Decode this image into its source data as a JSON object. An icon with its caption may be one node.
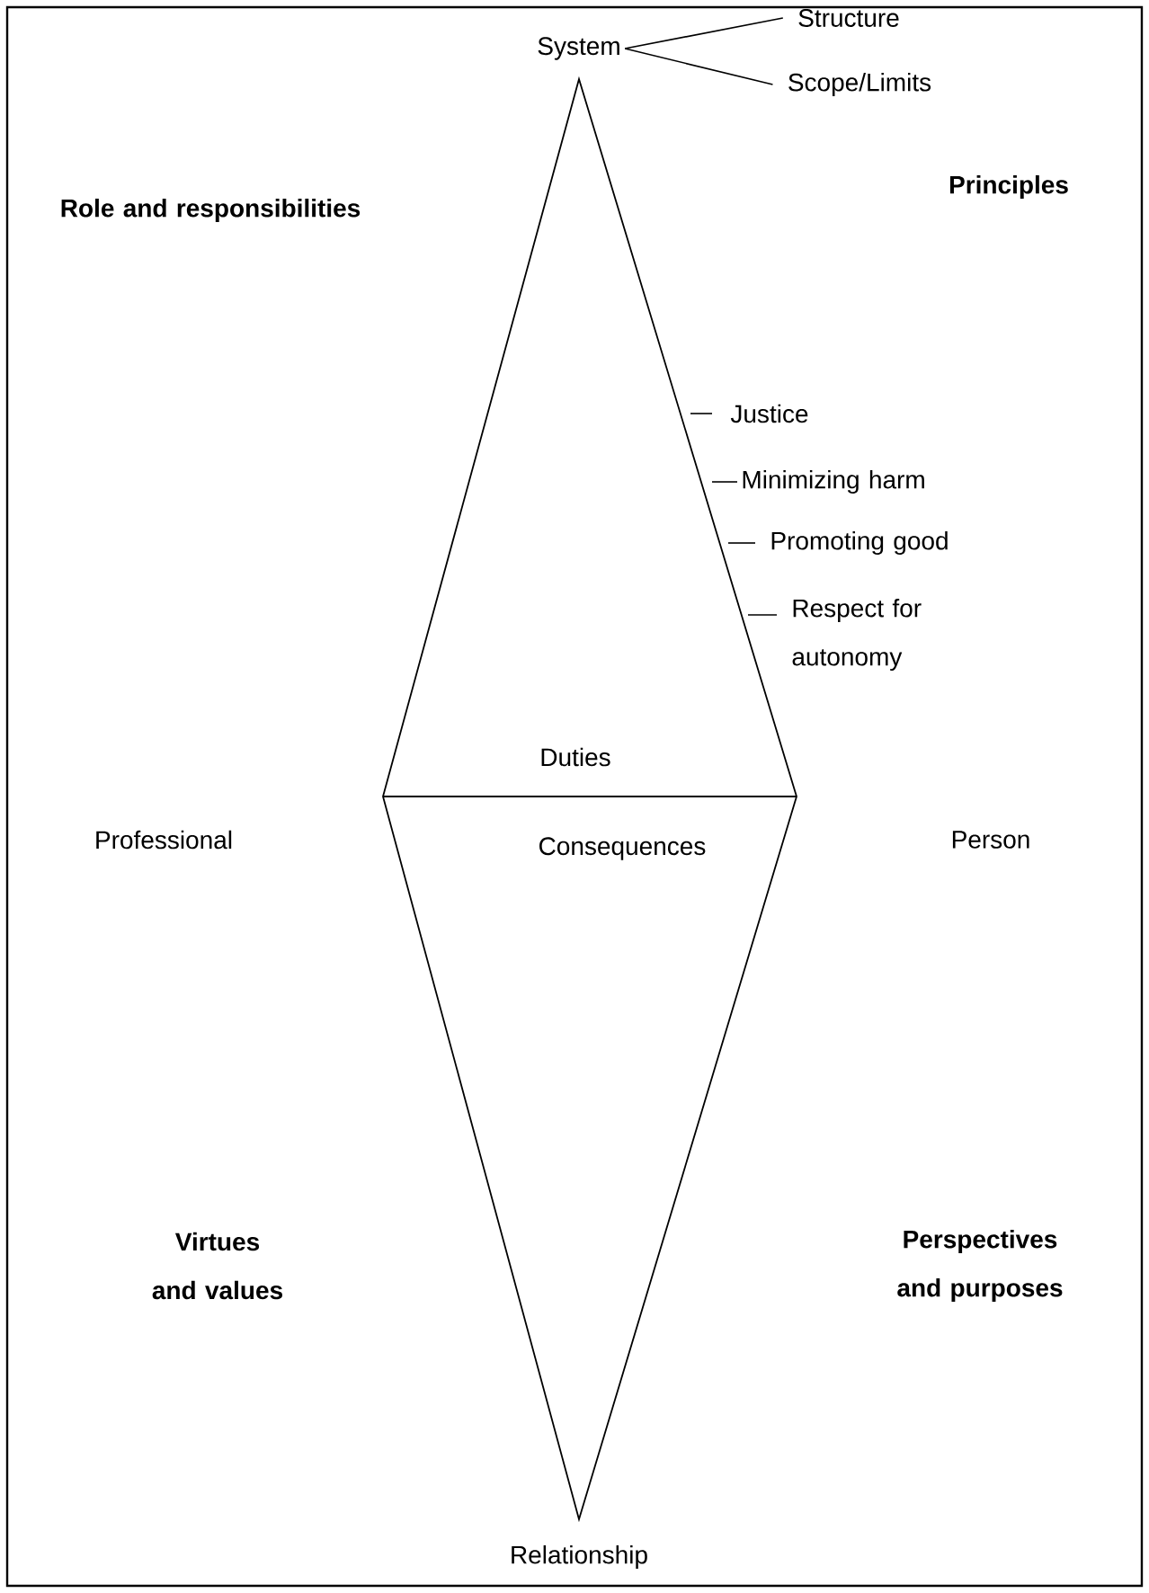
{
  "diagram": {
    "nodes": [
      {
        "text": [
          "System"
        ]
      },
      {
        "text": [
          "Structure"
        ]
      },
      {
        "text": [
          "Scope/Limits"
        ]
      },
      {
        "text": [
          "Professional"
        ]
      },
      {
        "text": [
          "Person"
        ]
      },
      {
        "text": [
          "Relationship"
        ]
      }
    ],
    "edges": [
      {
        "from": 0,
        "to": 1,
        "arrow": "none"
      },
      {
        "from": 0,
        "to": 2,
        "arrow": "none"
      }
    ],
    "labels": [
      "Role and responsibilities",
      "Principles",
      "Justice",
      "Minimizing harm",
      "Promoting good",
      "Respect for autonomy",
      "Duties",
      "Consequences",
      "Virtues and values",
      "Perspectives and purposes"
    ]
  }
}
